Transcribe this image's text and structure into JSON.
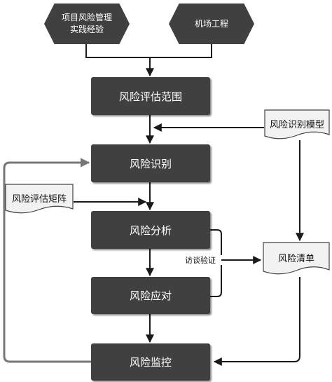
{
  "inputs": {
    "experience": [
      "项目风险管理",
      "实践经验"
    ],
    "airport": "机场工程"
  },
  "process": {
    "scope": "风险评估范围",
    "identify": "风险识别",
    "analyze": "风险分析",
    "respond": "风险应对",
    "monitor": "风险监控"
  },
  "documents": {
    "identify_model": "风险识别模型",
    "assess_matrix": "风险评估矩阵",
    "risk_list": "风险清单"
  },
  "edge_labels": {
    "interview_verify": "访谈验证"
  },
  "colors": {
    "box_fill": "#404040",
    "box_text": "#ffffff",
    "line": "#1a1a1a",
    "feedback": "#777777",
    "doc_fill": "#f2f2f2"
  }
}
